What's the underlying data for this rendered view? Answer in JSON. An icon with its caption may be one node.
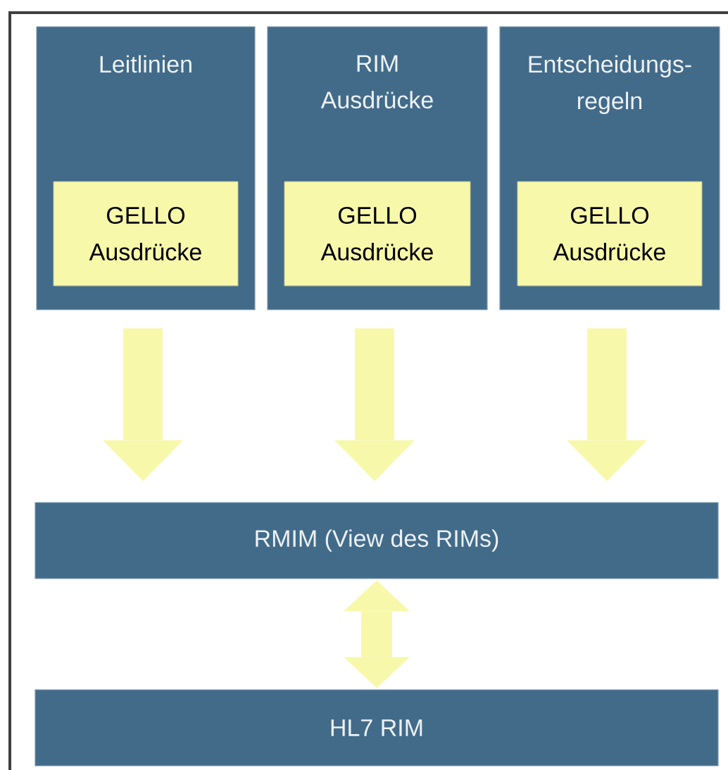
{
  "diagram": {
    "nodes": [
      {
        "text": [
          "Leitlinien"
        ]
      },
      {
        "text": [
          "GELLO Ausdrücke"
        ],
        "in": 0
      },
      {
        "text": [
          "RIM Ausdrücke"
        ]
      },
      {
        "text": [
          "GELLO Ausdrücke"
        ],
        "in": 2
      },
      {
        "text": [
          "Entscheidungs-regeln"
        ]
      },
      {
        "text": [
          "GELLO Ausdrücke"
        ],
        "in": 4
      },
      {
        "text": [
          "RMIM (View des RIMs)"
        ]
      },
      {
        "text": [
          "HL7 RIM"
        ]
      }
    ],
    "edges": [
      {
        "from": 0,
        "to": 6,
        "arrow": "to"
      },
      {
        "from": 2,
        "to": 6,
        "arrow": "to"
      },
      {
        "from": 4,
        "to": 6,
        "arrow": "to"
      },
      {
        "from": 6,
        "to": 7,
        "arrow": "both"
      }
    ]
  }
}
